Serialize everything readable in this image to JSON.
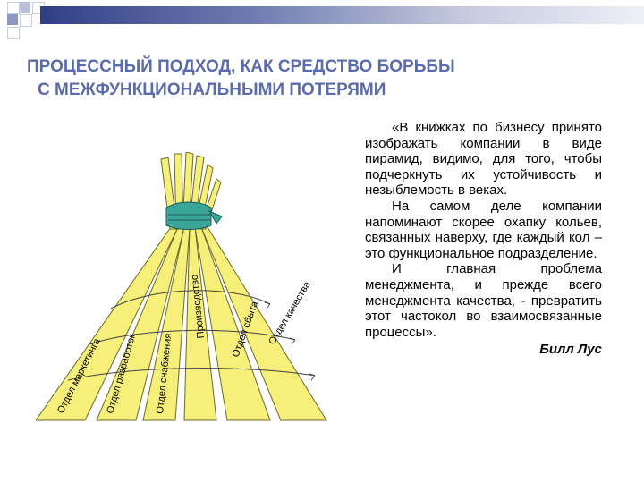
{
  "slide": {
    "title_line1": "ПРОЦЕССНЫЙ ПОДХОД, КАК СРЕДСТВО БОРЬБЫ",
    "title_line2": "С МЕЖФУНКЦИОНАЛЬНЫМИ ПОТЕРЯМИ",
    "paragraphs": [
      "«В книжках по бизнесу принято изображать компании в виде пирамид, видимо, для того, чтобы подчеркнуть их устойчивость и незыблемость в веках.",
      "На самом деле компании напоминают скорее охапку кольев, связанных наверху, где каждый кол – это функциональное подразделение.",
      "И главная проблема менеджмента, и прежде всего менеджмента качества, - превратить этот частокол во взаимосвязанные процессы»."
    ],
    "author": "Билл Лус"
  },
  "figure": {
    "stake_labels": [
      "Отдел маркетинга",
      "Отдел разработок",
      "Отдел снабжения",
      "Производство",
      "Отдел сбыта",
      "Отдел качества"
    ]
  },
  "colors": {
    "title": "#5b6bab",
    "stake_fill": "#f6f07a",
    "rope": "#3aa69a",
    "band_dark": "#2f3f86"
  }
}
